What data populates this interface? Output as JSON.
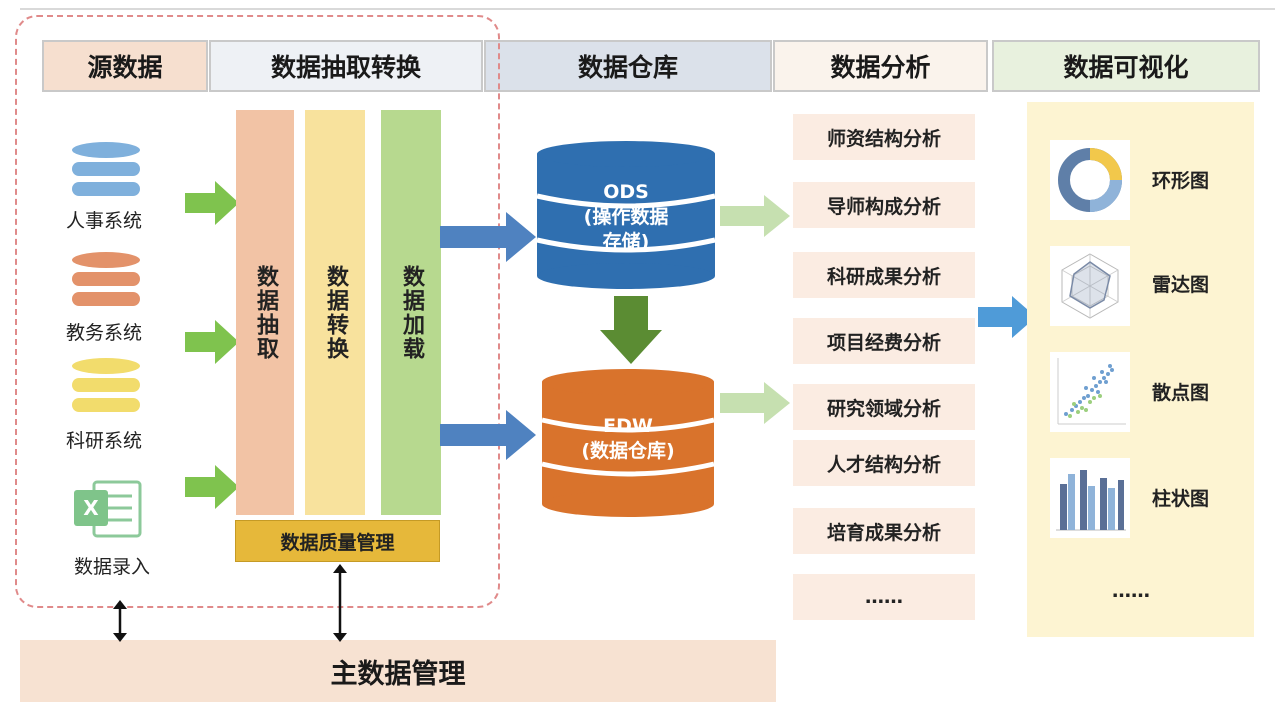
{
  "headers": {
    "source": "源数据",
    "etl": "数据抽取转换",
    "warehouse": "数据仓库",
    "analysis": "数据分析",
    "visualization": "数据可视化"
  },
  "sources": [
    {
      "label": "人事系统",
      "icon": "database-icon",
      "color": "#7fb0dc"
    },
    {
      "label": "教务系统",
      "icon": "database-icon",
      "color": "#e3926a"
    },
    {
      "label": "科研系统",
      "icon": "database-icon",
      "color": "#f2dc6c"
    },
    {
      "label": "数据录入",
      "icon": "excel-icon",
      "color": "#7fc48a"
    }
  ],
  "etl_stages": [
    {
      "label": "数据抽取",
      "color": "#f2c3a5"
    },
    {
      "label": "数据转换",
      "color": "#f8e29d"
    },
    {
      "label": "数据加载",
      "color": "#b7d98f"
    }
  ],
  "quality": "数据质量管理",
  "ods": {
    "line1": "ODS",
    "line2": "(操作数据",
    "line3": "存储)",
    "color": "#2f6fb0"
  },
  "edw": {
    "line1": "EDW",
    "line2": "(数据仓库)",
    "color": "#d9732c"
  },
  "analysis_items": [
    "师资结构分析",
    "导师构成分析",
    "科研成果分析",
    "项目经费分析",
    "研究领域分析",
    "人才结构分析",
    "培育成果分析",
    "……"
  ],
  "visualizations": [
    {
      "label": "环形图",
      "icon": "donut-chart-icon"
    },
    {
      "label": "雷达图",
      "icon": "radar-chart-icon"
    },
    {
      "label": "散点图",
      "icon": "scatter-plot-icon"
    },
    {
      "label": "柱状图",
      "icon": "bar-chart-icon"
    }
  ],
  "viz_more": "……",
  "master": "主数据管理",
  "colors": {
    "source_header": "#f6dfcf",
    "etl_header": "#eef1f5",
    "warehouse_header": "#dbe1ea",
    "analysis_header": "#faf3ec",
    "viz_header": "#e8f1de",
    "viz_panel": "#fdf4d2",
    "master_bar": "#f7e2d2",
    "quality_bar": "#e6b83a",
    "green_arrow": "#7fc34e",
    "blue_arrow": "#4f82c0",
    "dark_green_arrow": "#5b8c33"
  }
}
